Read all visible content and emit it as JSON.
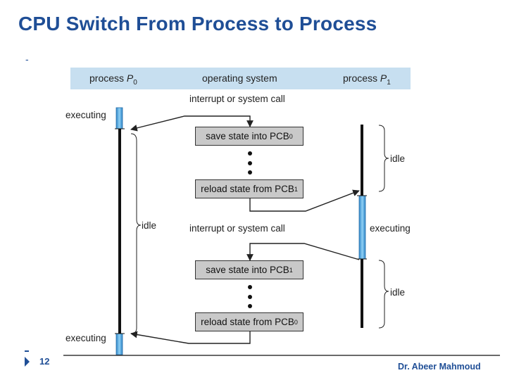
{
  "slide": {
    "title": "CPU Switch From Process to Process",
    "bullet": "-",
    "page_number": "12",
    "author": "Dr. Abeer Mahmoud"
  },
  "diagram": {
    "header": {
      "process_p0": "process",
      "process_p0_sym": "P",
      "process_p0_sub": "0",
      "os": "operating system",
      "process_p1": "process",
      "process_p1_sym": "P",
      "process_p1_sub": "1"
    },
    "labels": {
      "interrupt_1": "interrupt or system call",
      "interrupt_2": "interrupt or system call",
      "executing_p0_top": "executing",
      "executing_p0_bottom": "executing",
      "idle_p0": "idle",
      "idle_p1_top": "idle",
      "executing_p1": "executing",
      "idle_p1_bottom": "idle"
    },
    "boxes": {
      "save_pcb0": "save state into PCB",
      "save_pcb0_sub": "0",
      "reload_pcb1": "reload state from PCB",
      "reload_pcb1_sub": "1",
      "save_pcb1": "save state into PCB",
      "save_pcb1_sub": "1",
      "reload_pcb0": "reload state from PCB",
      "reload_pcb0_sub": "0"
    },
    "colors": {
      "header_band": "#c7dff0",
      "active_bar": "#5aaee0",
      "box_fill": "#c9c9c9",
      "title": "#1f4e96"
    }
  }
}
